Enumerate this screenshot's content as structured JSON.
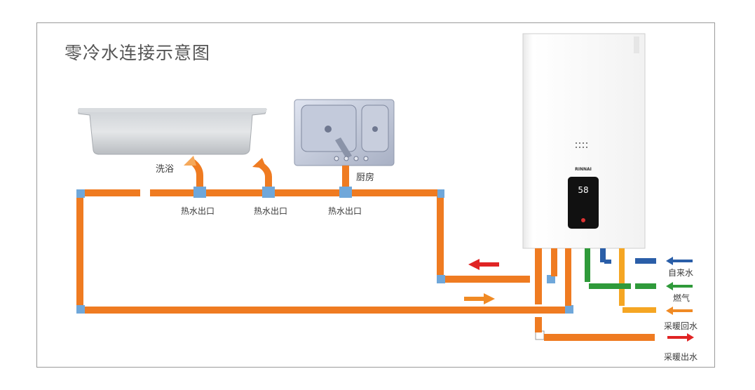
{
  "title": "零冷水连接示意图",
  "fixtures": {
    "bath_label": "洗浴",
    "kitchen_label": "厨房",
    "outlet_label": "热水出口"
  },
  "heater": {
    "display_value": "58",
    "brand": "RINNAI"
  },
  "connections": [
    {
      "label": "自来水",
      "color": "#2a5ea8"
    },
    {
      "label": "燃气",
      "color": "#2f9a3a"
    },
    {
      "label": "采暖回水",
      "color": "#f08a24"
    },
    {
      "label": "采暖出水",
      "color": "#e02424"
    }
  ],
  "colors": {
    "hot_pipe": "#ef7b21",
    "elbow": "#6fa7da",
    "water_pipe": "#2a5ea8",
    "gas_pipe": "#2f9a3a",
    "heating_return_pipe": "#f5a623",
    "flow_arrow_red": "#e02424",
    "flow_arrow_orange": "#f08a24"
  }
}
